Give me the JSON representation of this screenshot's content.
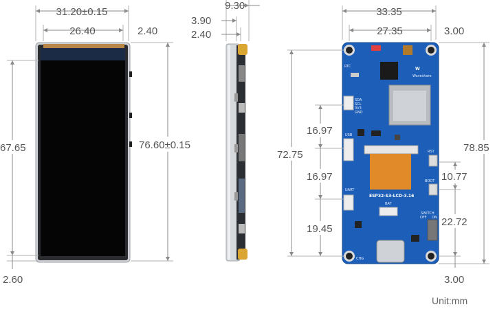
{
  "dimensions": {
    "front_width_outer": "31.20±0.15",
    "front_width_inner": "26.40",
    "front_right_margin": "2.40",
    "front_height_left": "67.65",
    "front_height_right": "76.60±0.15",
    "front_bottom_offset": "2.60",
    "side_thickness": "9.30",
    "side_dim_a": "3.90",
    "side_dim_b": "2.40",
    "back_width_outer": "33.35",
    "back_width_inner": "27.35",
    "back_right_margin_top": "3.00",
    "back_height_left": "72.75",
    "back_height_right": "78.85",
    "back_pitch_1": "16.97",
    "back_pitch_2": "16.97",
    "back_pitch_3": "19.45",
    "back_right_dim_1": "10.77",
    "back_right_dim_2": "22.72",
    "back_bottom_offset": "3.00"
  },
  "unit_label": "Unit:mm",
  "pcb": {
    "model": "ESP32-S3-LCD-3.16",
    "brand": "Waveshare",
    "labels": {
      "rtc": "RTC",
      "usb": "USB",
      "uart": "UART",
      "bat": "BAT",
      "rst": "RST",
      "boot": "BOOT",
      "switch": "SWITCH",
      "on": "ON",
      "off": "OFF",
      "chg": "CHG",
      "pins": [
        "SDA",
        "SCL",
        "3V3",
        "GND"
      ]
    }
  },
  "colors": {
    "pcb_blue": "#1d5fb8",
    "display_black": "#050505",
    "bezel_grey": "#c9ccd0",
    "fpc_orange": "#e08a2a",
    "dimension_line": "#8a8a8a"
  }
}
